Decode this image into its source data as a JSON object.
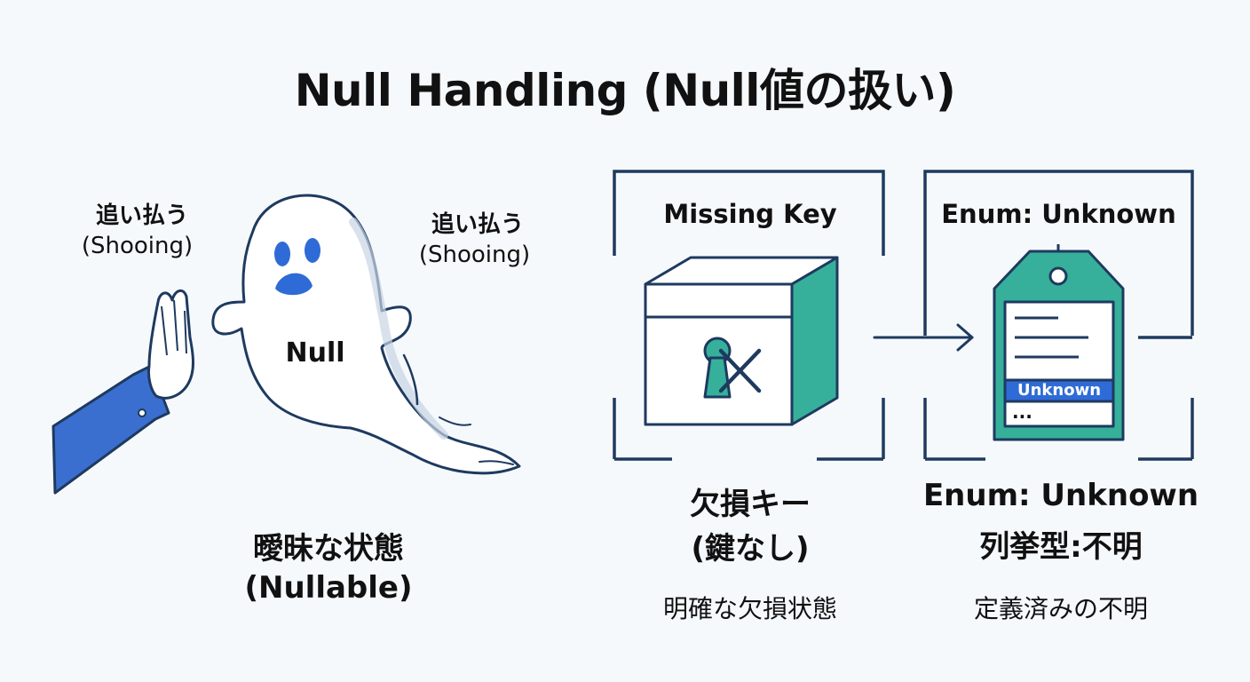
{
  "title": "Null Handling (Null値の扱い)",
  "left": {
    "shoo_left_jp": "追い払う",
    "shoo_left_en": "(Shooing)",
    "shoo_right_jp": "追い払う",
    "shoo_right_en": "(Shooing)",
    "ghost_label": "Null",
    "caption_line1": "曖昧な状態",
    "caption_line2": "(Nullable)"
  },
  "middle": {
    "box_title": "Missing Key",
    "caption_line1": "欠損キー",
    "caption_line2": "(鍵なし)",
    "sub_caption": "明確な欠損状態"
  },
  "right": {
    "box_title": "Enum: Unknown",
    "tag_label": "Unknown",
    "tag_more": "...",
    "caption_line1": "Enum: Unknown",
    "caption_line2": "列挙型:不明",
    "sub_caption": "定義済みの不明"
  },
  "colors": {
    "navy": "#1e3a5f",
    "sleeve_blue": "#3a6fd0",
    "teal": "#36b09a",
    "tag_highlight": "#2f6bd6",
    "ghost_face": "#2f6bd6"
  }
}
